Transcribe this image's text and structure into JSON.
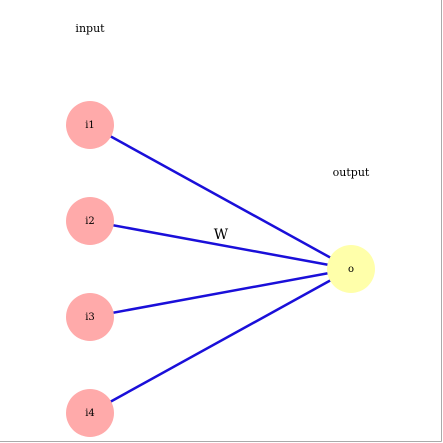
{
  "diagram": {
    "input_label": "input",
    "output_label": "output",
    "weight_label": "W",
    "input_nodes": [
      {
        "id": "i1",
        "label": "i1"
      },
      {
        "id": "i2",
        "label": "i2"
      },
      {
        "id": "i3",
        "label": "i3"
      },
      {
        "id": "i4",
        "label": "i4"
      }
    ],
    "output_node": {
      "id": "o",
      "label": "o"
    },
    "colors": {
      "input_node": "#ffaaaa",
      "output_node": "#ffffaa",
      "edge": "#1a0fd9",
      "border": "#aaaaaa"
    }
  }
}
